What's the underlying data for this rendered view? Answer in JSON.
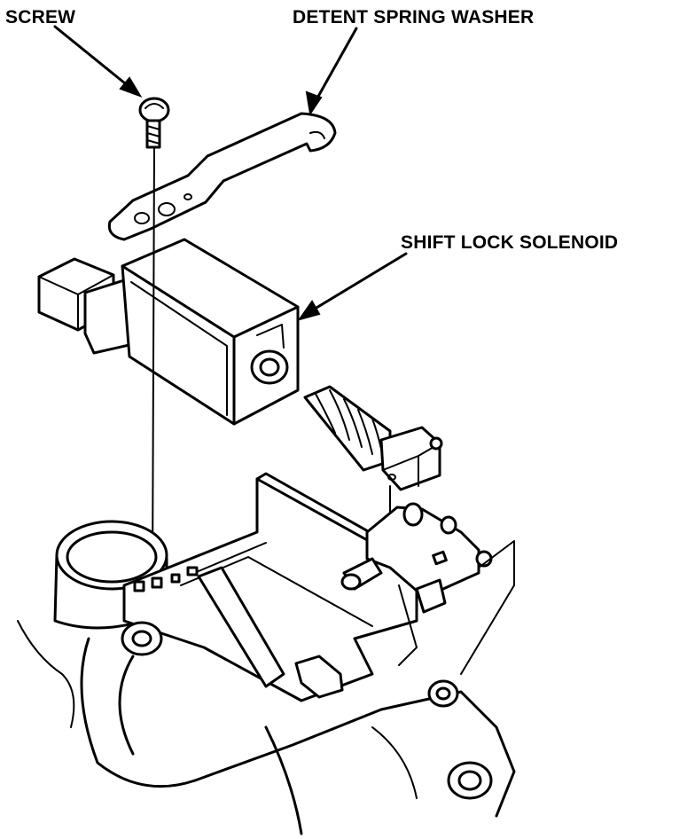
{
  "labels": {
    "screw": "SCREW",
    "detent_spring_washer": "DETENT SPRING WASHER",
    "shift_lock_solenoid": "SHIFT LOCK SOLENOID"
  }
}
